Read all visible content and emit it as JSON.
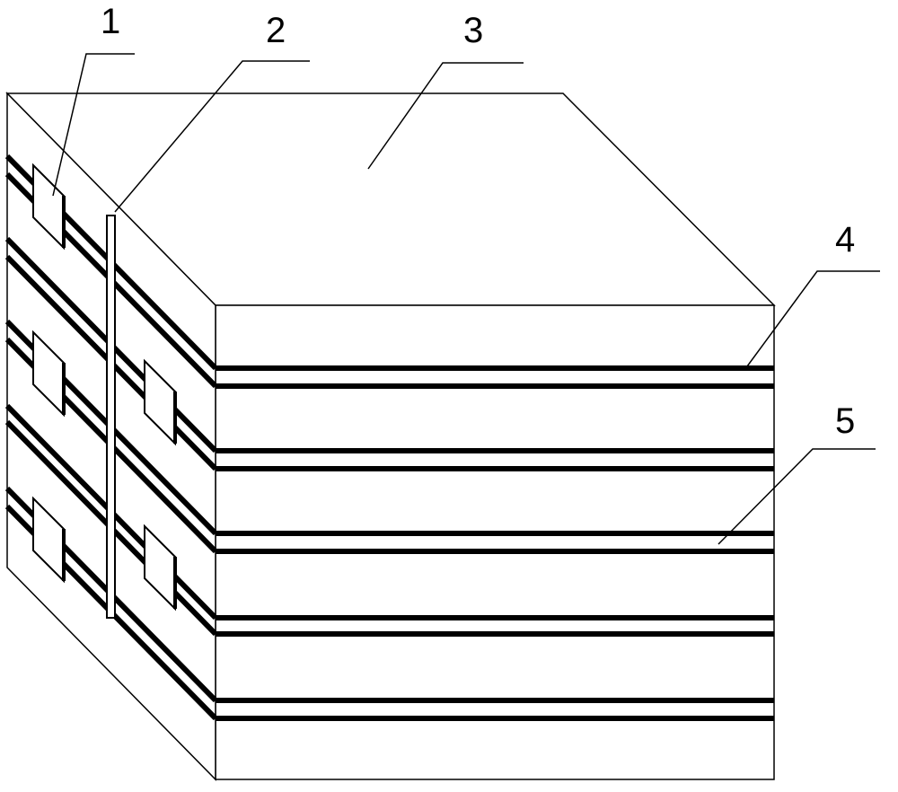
{
  "diagram": {
    "callouts": [
      {
        "id": "1",
        "label": "1"
      },
      {
        "id": "2",
        "label": "2"
      },
      {
        "id": "3",
        "label": "3"
      },
      {
        "id": "4",
        "label": "4"
      },
      {
        "id": "5",
        "label": "5"
      }
    ],
    "colors": {
      "stroke": "#000000",
      "fill": "#ffffff"
    }
  }
}
